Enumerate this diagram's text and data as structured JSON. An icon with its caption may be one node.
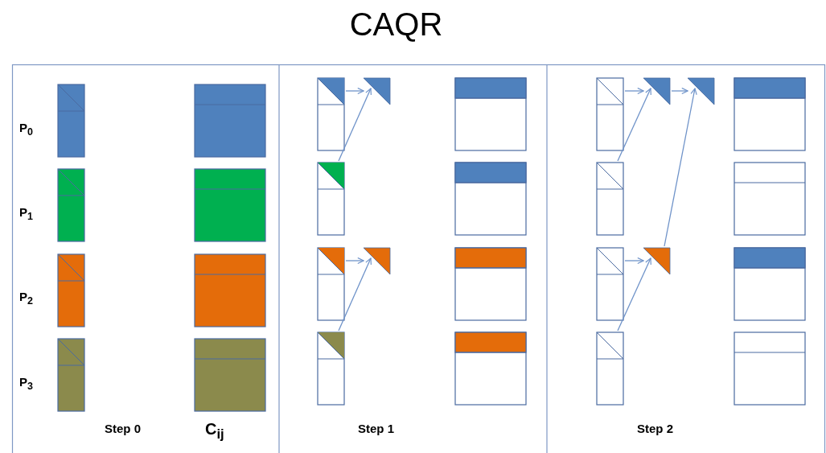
{
  "diagram": {
    "title": "CAQR",
    "nodes": [
      {
        "text": [],
        "shape": "box"
      },
      {
        "text": [],
        "shape": "box"
      },
      {
        "text": [],
        "shape": "box"
      },
      {
        "text": [],
        "shape": "box"
      },
      {
        "text": [],
        "shape": "triangle"
      },
      {
        "text": [],
        "shape": "triangle"
      },
      {
        "text": [],
        "shape": "box"
      },
      {
        "text": [],
        "shape": "box"
      },
      {
        "text": [],
        "shape": "box"
      },
      {
        "text": [],
        "shape": "box"
      },
      {
        "text": [],
        "shape": "triangle"
      },
      {
        "text": [],
        "shape": "triangle"
      },
      {
        "text": [],
        "shape": "triangle"
      }
    ],
    "edges": [
      {
        "from": 0,
        "to": 4,
        "arrow": "to"
      },
      {
        "from": 1,
        "to": 4,
        "arrow": "to"
      },
      {
        "from": 2,
        "to": 5,
        "arrow": "to"
      },
      {
        "from": 3,
        "to": 5,
        "arrow": "to"
      },
      {
        "from": 6,
        "to": 10,
        "arrow": "to"
      },
      {
        "from": 7,
        "to": 10,
        "arrow": "to"
      },
      {
        "from": 10,
        "to": 11,
        "arrow": "to"
      },
      {
        "from": 12,
        "to": 11,
        "arrow": "to"
      },
      {
        "from": 8,
        "to": 12,
        "arrow": "to"
      },
      {
        "from": 9,
        "to": 12,
        "arrow": "to"
      }
    ],
    "labels": [
      "P$_{0}$",
      "P$_{1}$",
      "P$_{2}$",
      "P$_{3}$",
      "Step 0",
      "C$_{ij}$",
      "Step 1",
      "Step 2"
    ]
  }
}
